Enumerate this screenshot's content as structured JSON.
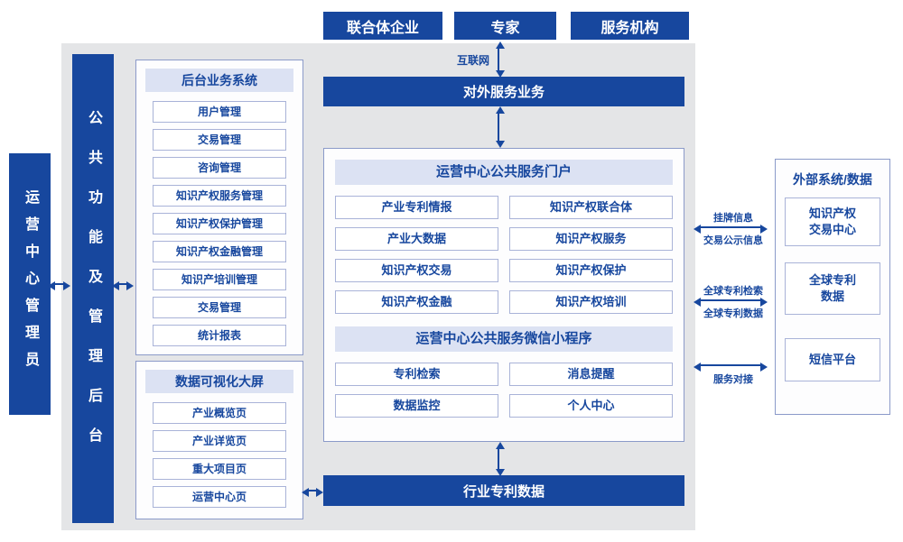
{
  "colors": {
    "primary": "#17479e",
    "canvas_bg": "#e4e5e7",
    "header_bg": "#dce2f3",
    "panel_border": "#8b9ac9"
  },
  "top_actors": {
    "consortium": "联合体企业",
    "expert": "专家",
    "agency": "服务机构"
  },
  "internet_label": "互联网",
  "external_service_bar": "对外服务业务",
  "admin_bar": "运营中心管理员",
  "backend_bar": "公共功能及管理后台",
  "backend_panel": {
    "title": "后台业务系统",
    "items": [
      "用户管理",
      "交易管理",
      "咨询管理",
      "知识产权服务管理",
      "知识产权保护管理",
      "知识产权金融管理",
      "知识产培训管理",
      "交易管理",
      "统计报表"
    ]
  },
  "viz_panel": {
    "title": "数据可视化大屏",
    "items": [
      "产业概览页",
      "产业详览页",
      "重大项目页",
      "运营中心页"
    ]
  },
  "portal": {
    "title": "运营中心公共服务门户",
    "items": [
      "产业专利情报",
      "知识产权联合体",
      "产业大数据",
      "知识产权服务",
      "知识产权交易",
      "知识产权保护",
      "知识产权金融",
      "知识产权培训"
    ]
  },
  "miniprogram": {
    "title": "运营中心公共服务微信小程序",
    "items": [
      "专利检索",
      "消息提醒",
      "数据监控",
      "个人中心"
    ]
  },
  "industry_data_bar": "行业专利数据",
  "external_panel": {
    "title": "外部系统/数据",
    "systems": [
      {
        "line1": "知识产权",
        "line2": "交易中心"
      },
      {
        "line1": "全球专利",
        "line2": "数据"
      },
      {
        "line1": "短信平台",
        "line2": ""
      }
    ],
    "links": [
      {
        "top": "挂牌信息",
        "bottom": "交易公示信息"
      },
      {
        "top": "全球专利检索",
        "bottom": "全球专利数据"
      },
      {
        "top": "",
        "bottom": "服务对接"
      }
    ]
  }
}
